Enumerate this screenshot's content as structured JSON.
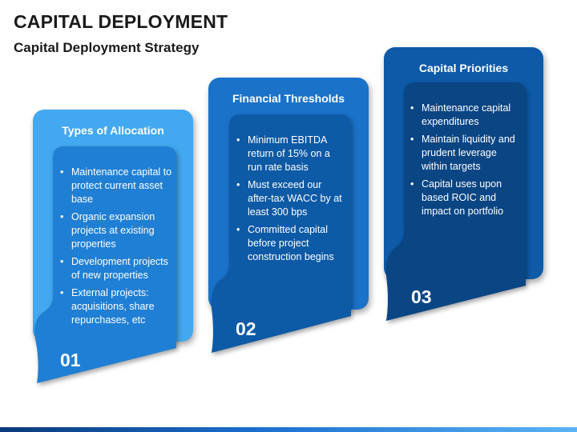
{
  "header": {
    "title": "CAPITAL DEPLOYMENT",
    "subtitle": "Capital Deployment Strategy"
  },
  "cards": [
    {
      "title": "Types of Allocation",
      "number": "01",
      "bullets": [
        "Maintenance capital to protect current asset base",
        "Organic expansion projects at existing properties",
        "Development projects of new properties",
        "External projects: acquisitions, share repurchases, etc"
      ],
      "back_color": "#42a8f0",
      "front_color": "#1f7fd4"
    },
    {
      "title": "Financial Thresholds",
      "number": "02",
      "bullets": [
        "Minimum EBITDA return of 15% on a run rate basis",
        "Must exceed our after-tax WACC by at least 300 bps",
        "Committed capital before project construction begins"
      ],
      "back_color": "#1a72c9",
      "front_color": "#0d5aa6"
    },
    {
      "title": "Capital Priorities",
      "number": "03",
      "bullets": [
        "Maintenance capital expenditures",
        "Maintain liquidity and prudent leverage within targets",
        "Capital uses upon based ROIC and impact on portfolio"
      ],
      "back_color": "#0e5aa8",
      "front_color": "#0a4584"
    }
  ]
}
